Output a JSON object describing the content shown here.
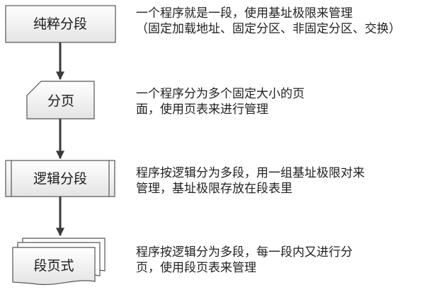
{
  "colors": {
    "box_fill_top": "#ffffff",
    "box_fill_bottom": "#e4e4e4",
    "box_stroke": "#555555",
    "arrow": "#3a3a3a",
    "text": "#222222"
  },
  "steps": [
    {
      "label": "纯粹分段",
      "shape": "rectangle",
      "description_lines": [
        "一个程序就是一段，使用基址极限来管理",
        "（固定加载地址、固定分区、非固定分区、交换）"
      ]
    },
    {
      "label": "分页",
      "shape": "card",
      "description_lines": [
        "一个程序分为多个固定大小的页",
        "面，使用页表来进行管理"
      ]
    },
    {
      "label": "逻辑分段",
      "shape": "predefined-process",
      "description_lines": [
        "程序按逻辑分为多段，用一组基址极限对来",
        "管理，基址极限存放在段表里"
      ]
    },
    {
      "label": "段页式",
      "shape": "multi-document",
      "description_lines": [
        "程序按逻辑分为多段，每一段内又进行分",
        "页，使用段页表来管理"
      ]
    }
  ]
}
